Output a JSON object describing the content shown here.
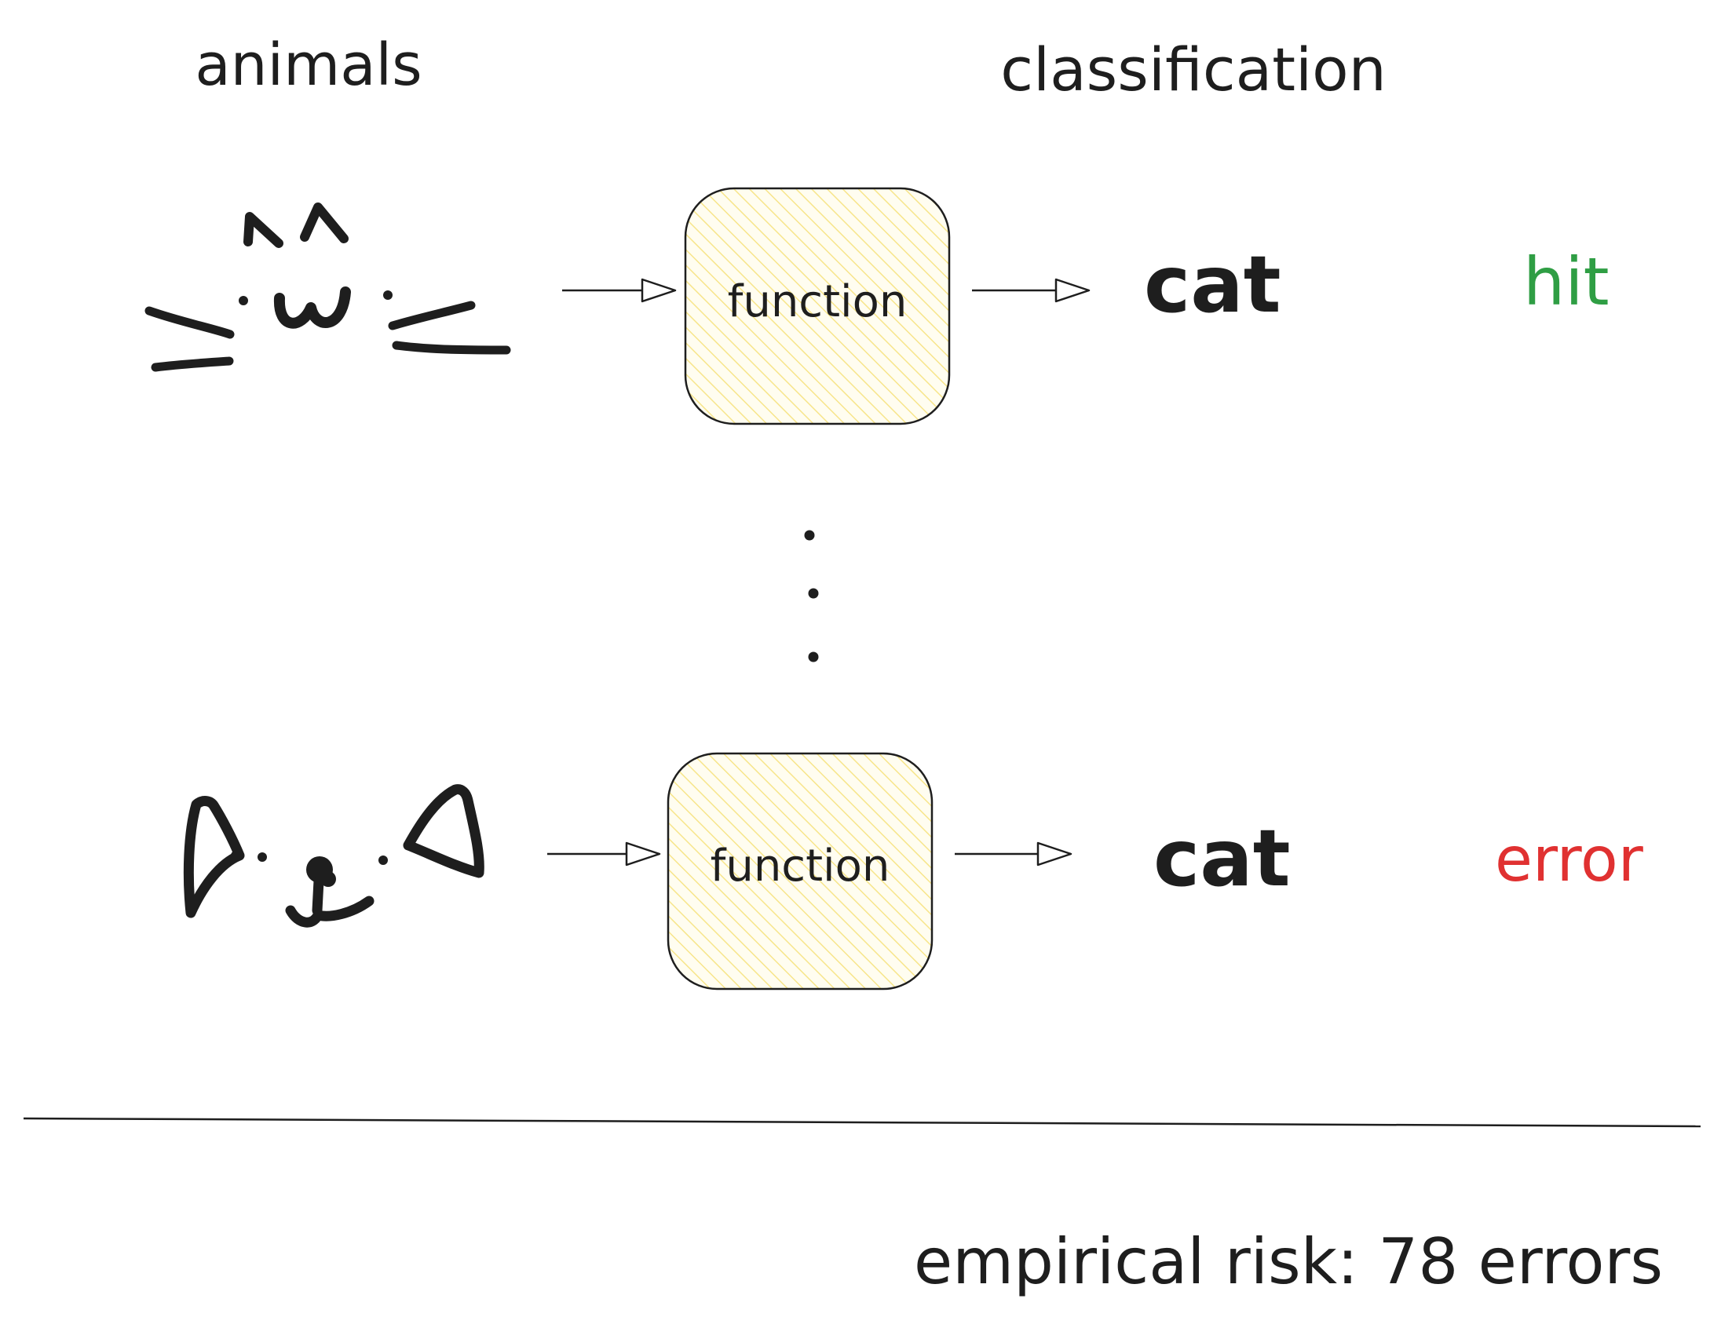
{
  "header": {
    "left_label": "animals",
    "right_label": "classification"
  },
  "rows": [
    {
      "animal_icon": "cat-face-whiskers-icon",
      "box_label": "function",
      "prediction": "cat",
      "result": "hit",
      "result_color": "#2f9e44"
    },
    {
      "animal_icon": "dog-face-ears-icon",
      "box_label": "function",
      "prediction": "cat",
      "result": "error",
      "result_color": "#e03131"
    }
  ],
  "ellipsis_icon": "vertical-ellipsis-icon",
  "footer": {
    "summary": "empirical risk: 78 errors"
  },
  "colors": {
    "ink": "#1e1e1e",
    "box_fill": "#fff9db",
    "box_hatch": "#fff3bf",
    "hit": "#2f9e44",
    "error": "#e03131"
  }
}
